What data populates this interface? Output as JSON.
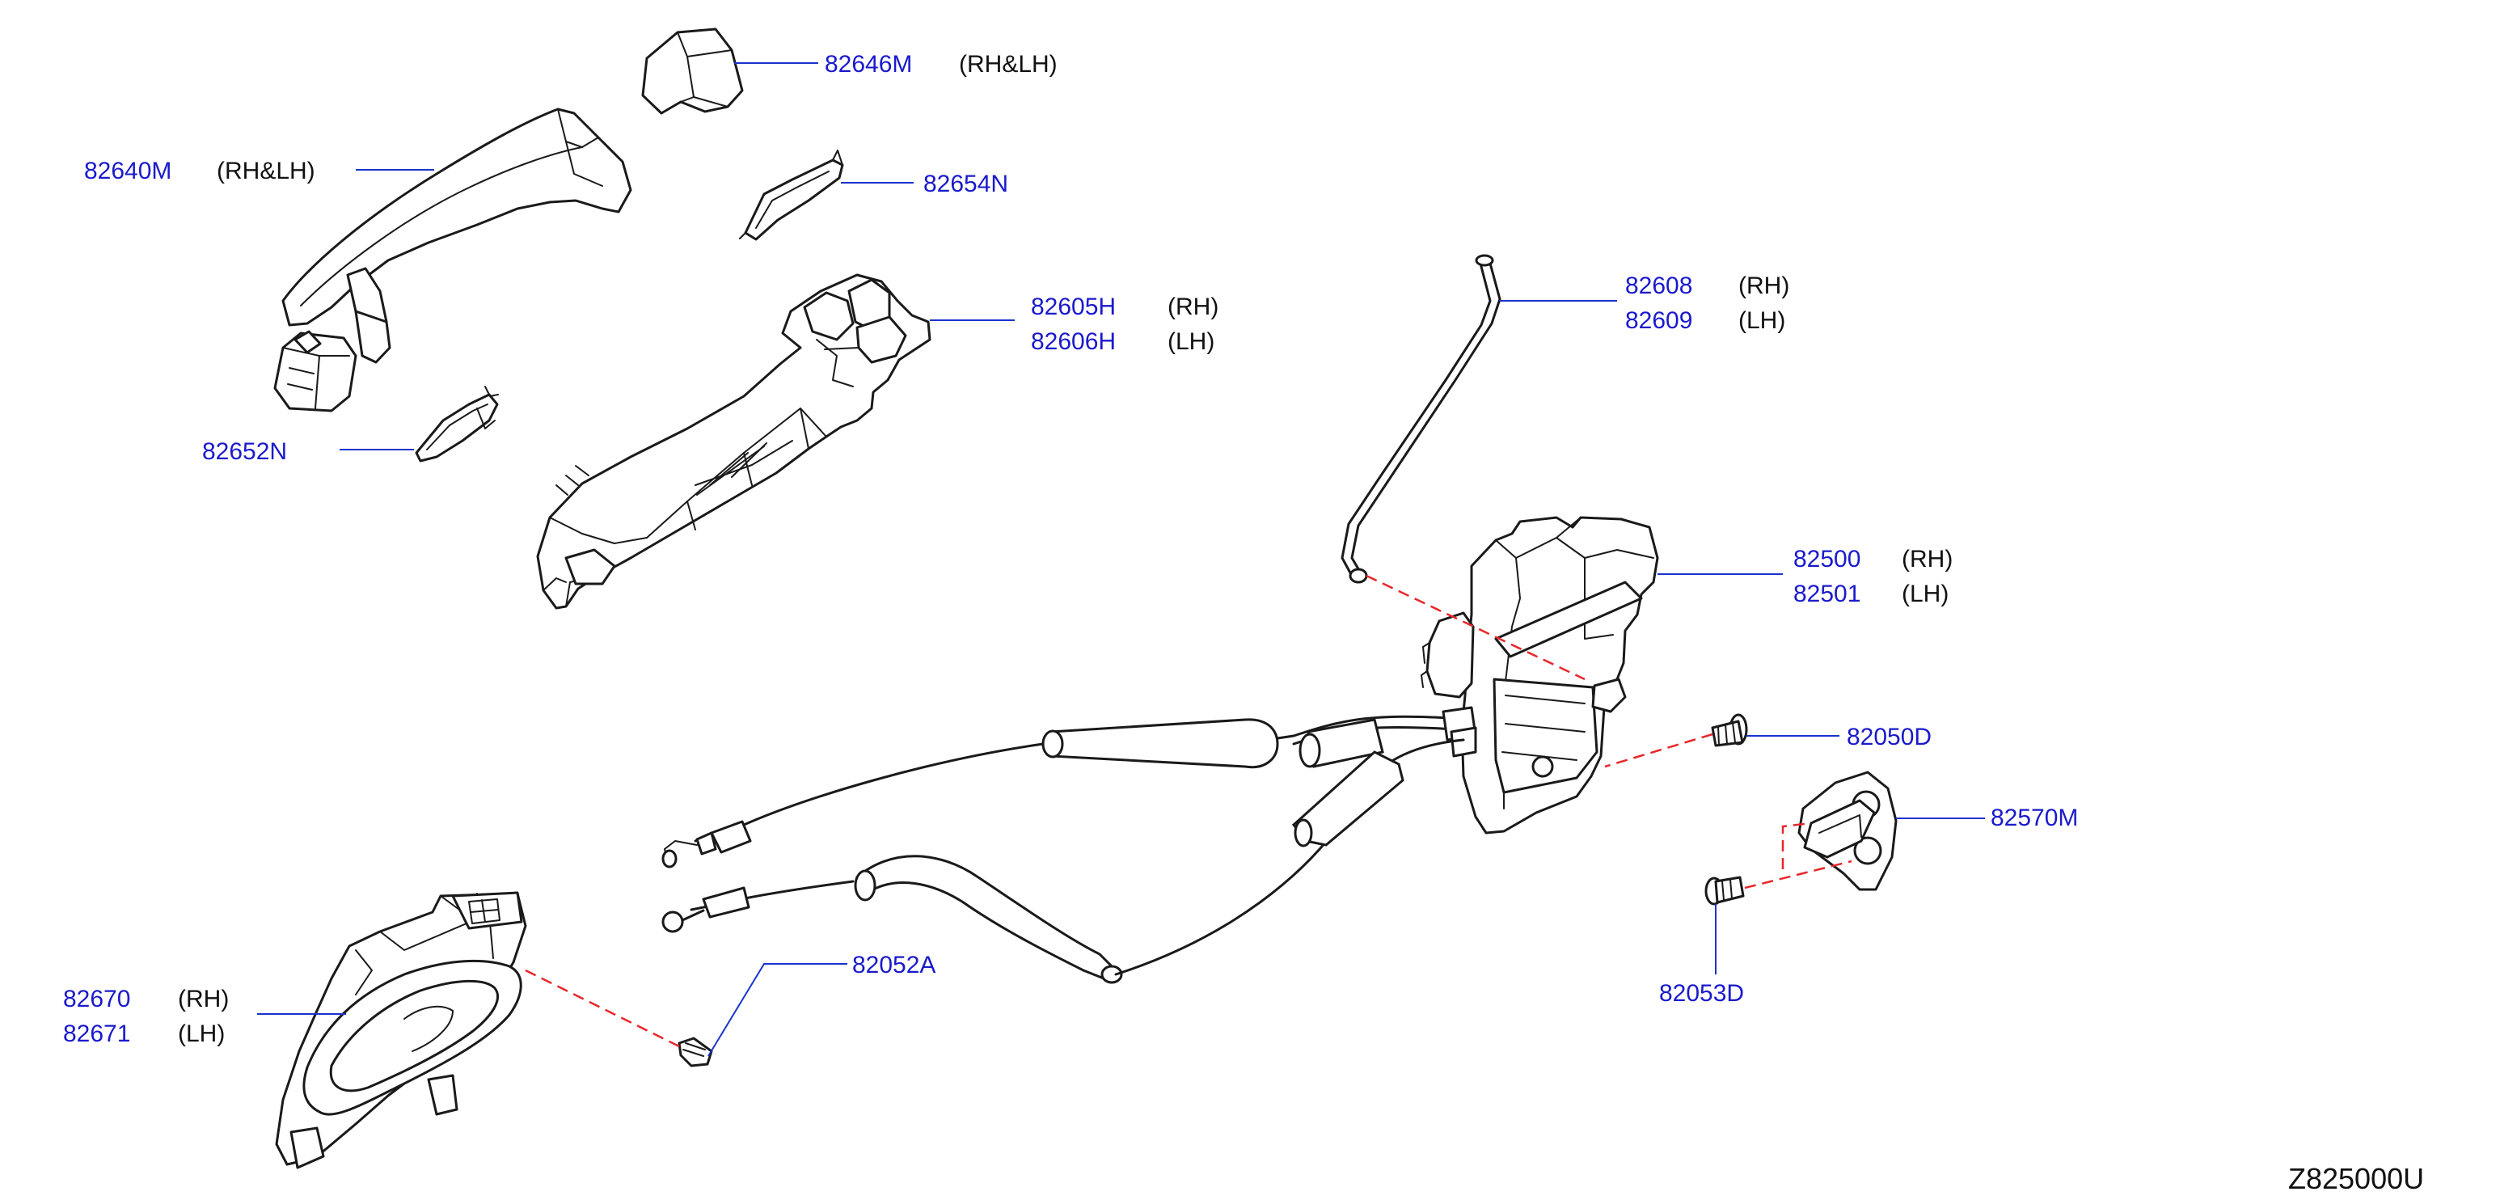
{
  "callouts": {
    "c82646M": {
      "part": "82646M",
      "side": "(RH&LH)"
    },
    "c82640M": {
      "part": "82640M",
      "side": "(RH&LH)"
    },
    "c82654N": {
      "part": "82654N"
    },
    "c82605H": {
      "part": "82605H",
      "side": "(RH)"
    },
    "c82606H": {
      "part": "82606H",
      "side": "(LH)"
    },
    "c82652N": {
      "part": "82652N"
    },
    "c82608": {
      "part": "82608",
      "side": "(RH)"
    },
    "c82609": {
      "part": "82609",
      "side": "(LH)"
    },
    "c82500": {
      "part": "82500",
      "side": "(RH)"
    },
    "c82501": {
      "part": "82501",
      "side": "(LH)"
    },
    "c82050D": {
      "part": "82050D"
    },
    "c82570M": {
      "part": "82570M"
    },
    "c82052A": {
      "part": "82052A"
    },
    "c82670": {
      "part": "82670",
      "side": "(RH)"
    },
    "c82671": {
      "part": "82671",
      "side": "(LH)"
    },
    "c82053D": {
      "part": "82053D"
    }
  },
  "diagram_code": "Z825000U",
  "colors": {
    "part_number": "#1a1acc",
    "leader": "#1a33cc",
    "fastener_dash": "#e8262a",
    "line_art": "#1a1a1a"
  }
}
